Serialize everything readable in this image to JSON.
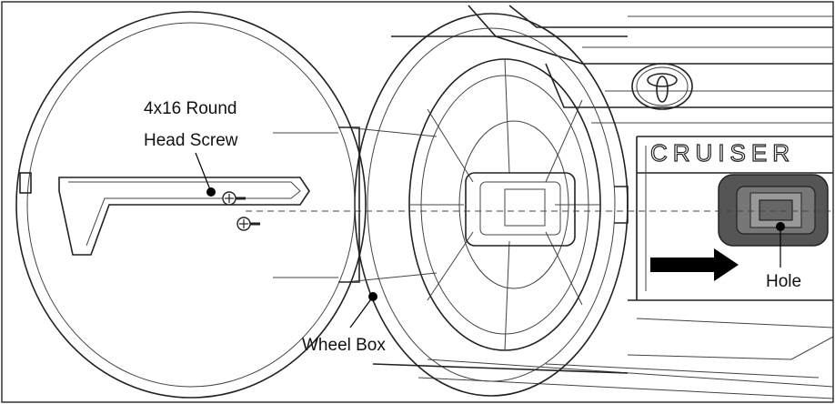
{
  "labels": {
    "screw_line1": "4x16 Round",
    "screw_line2": "Head Screw",
    "wheel_box": "Wheel Box",
    "hole": "Hole",
    "grille_text": "CRUISER"
  },
  "colors": {
    "stroke": "#222222",
    "hole_fill": "#555555",
    "arrow": "#000000",
    "background": "#ffffff"
  }
}
